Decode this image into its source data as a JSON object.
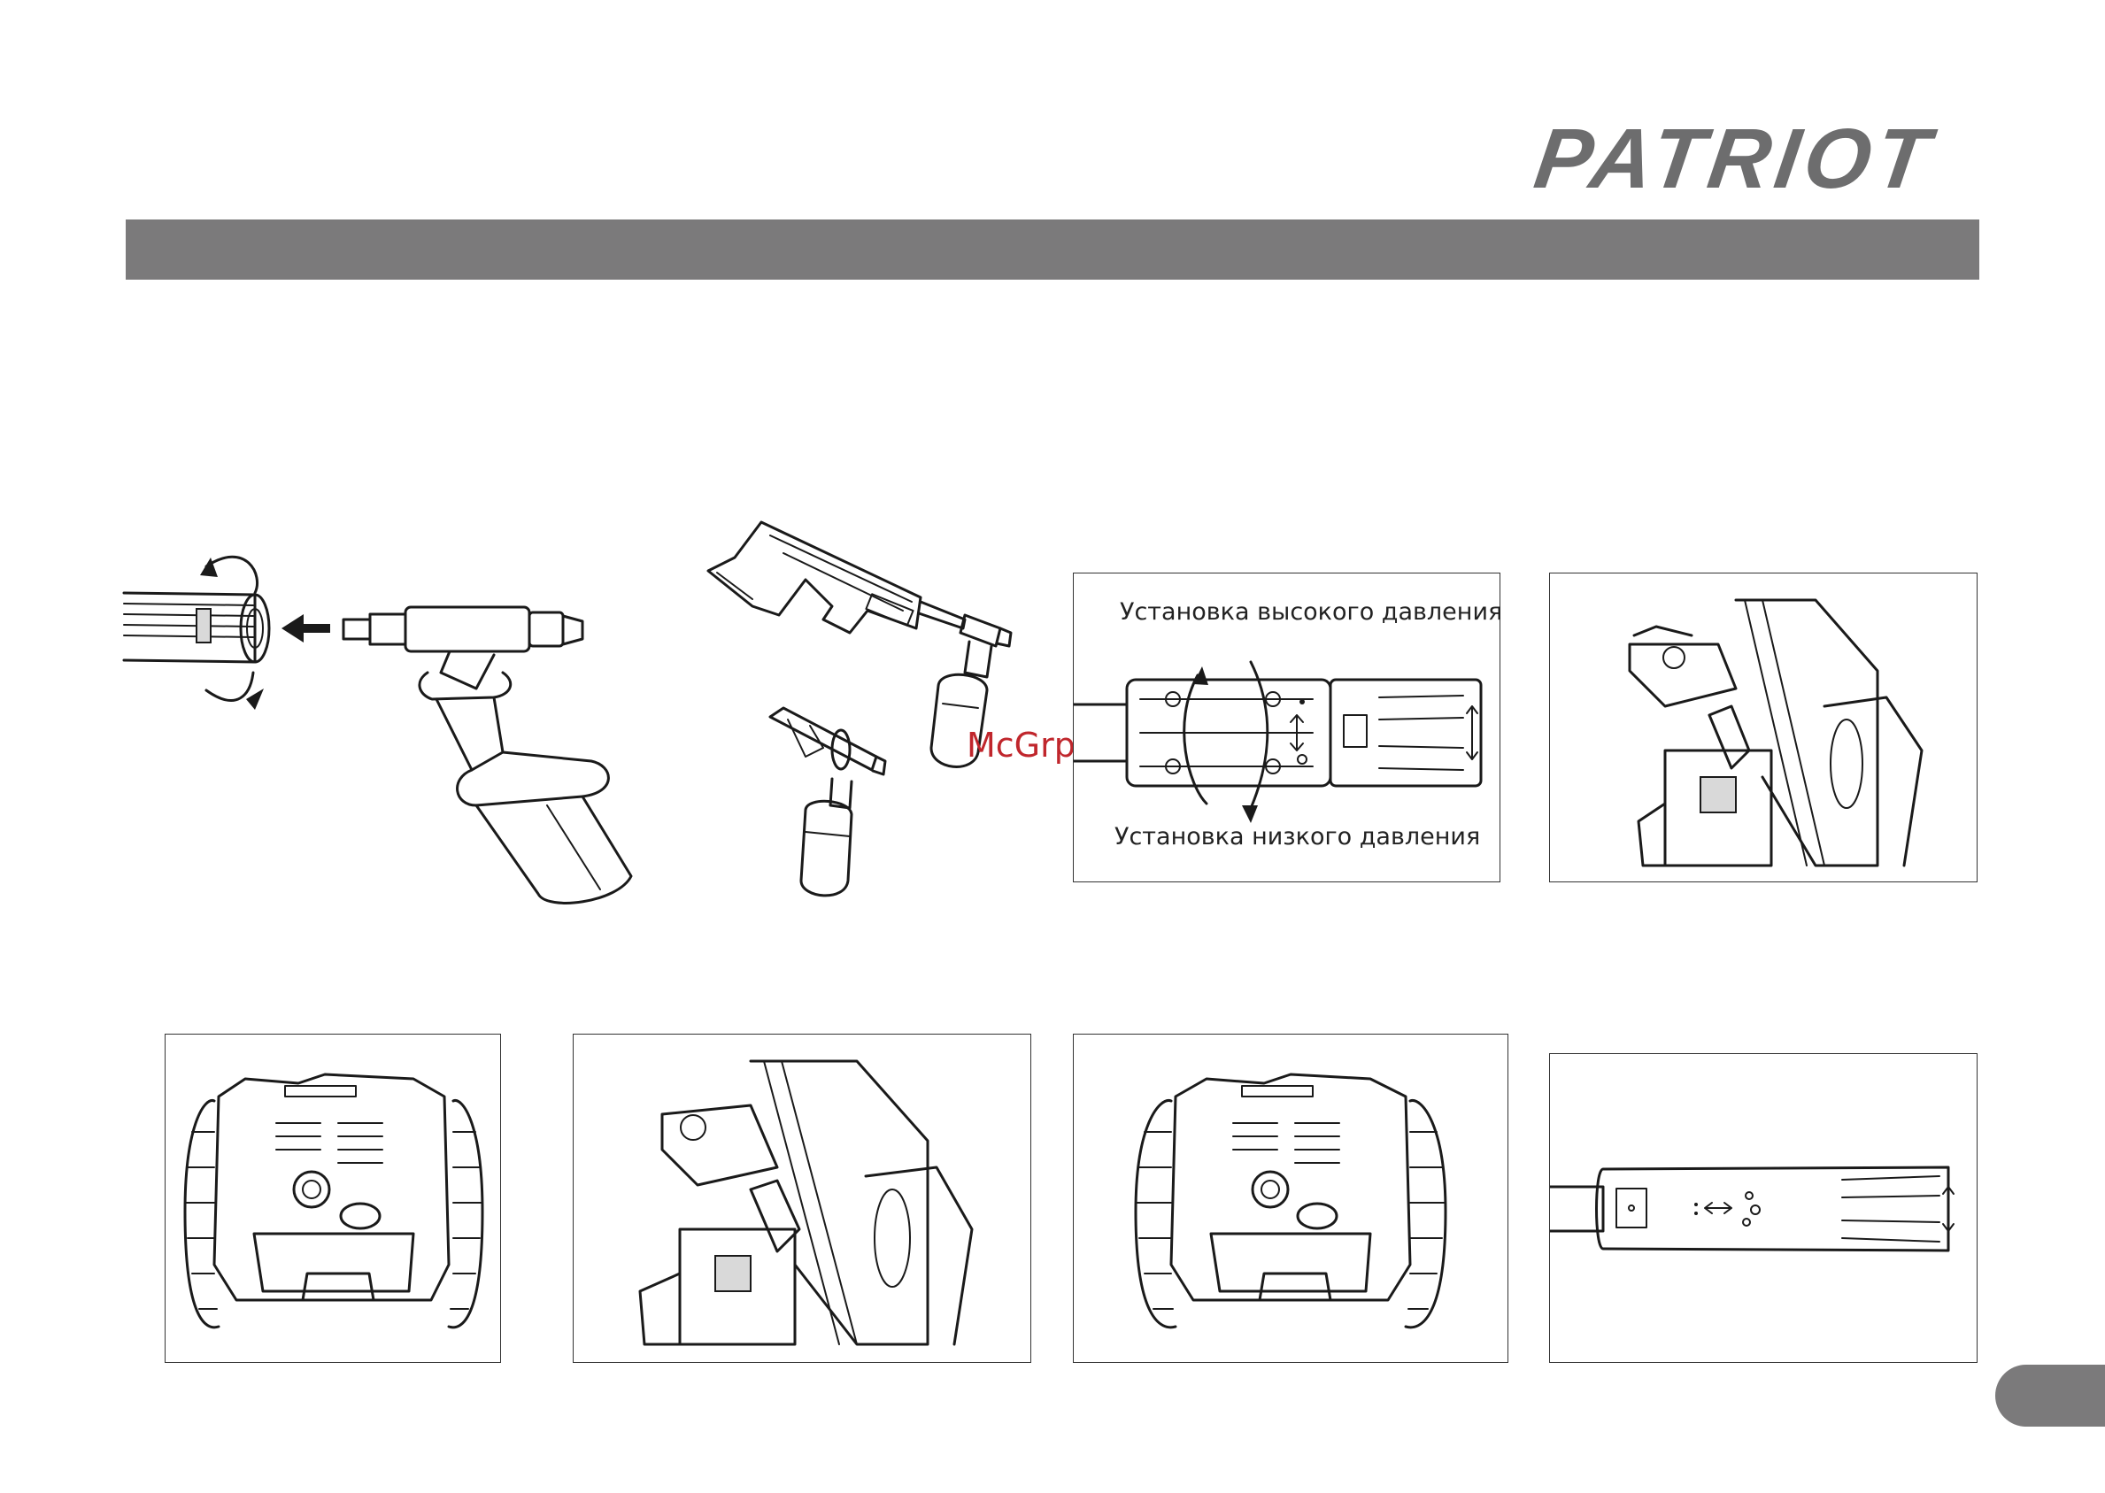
{
  "brand": {
    "logo_text": "PATRIOT"
  },
  "header": {
    "title": ""
  },
  "figures": {
    "pressure": {
      "high_label": "Установка высокого давления",
      "low_label": "Установка низкого давления"
    }
  },
  "watermark": {
    "text": "McGrp.Ru"
  },
  "page": {
    "number": ""
  },
  "colors": {
    "header_bar": "#7b7a7b",
    "logo": "#6d6d6e",
    "watermark": "#c0262c"
  }
}
